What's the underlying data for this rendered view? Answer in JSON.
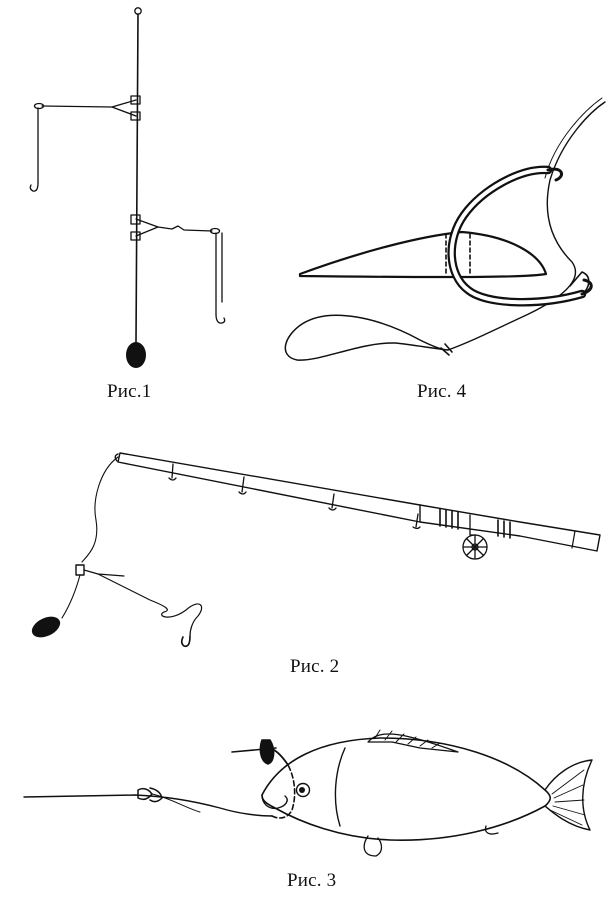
{
  "figures": [
    {
      "id": "fig1",
      "caption": "Рис.1"
    },
    {
      "id": "fig4",
      "caption": "Рис. 4"
    },
    {
      "id": "fig2",
      "caption": "Рис. 2"
    },
    {
      "id": "fig3",
      "caption": "Рис. 3"
    }
  ],
  "colors": {
    "ink": "#111111",
    "paper": "#ffffff"
  }
}
